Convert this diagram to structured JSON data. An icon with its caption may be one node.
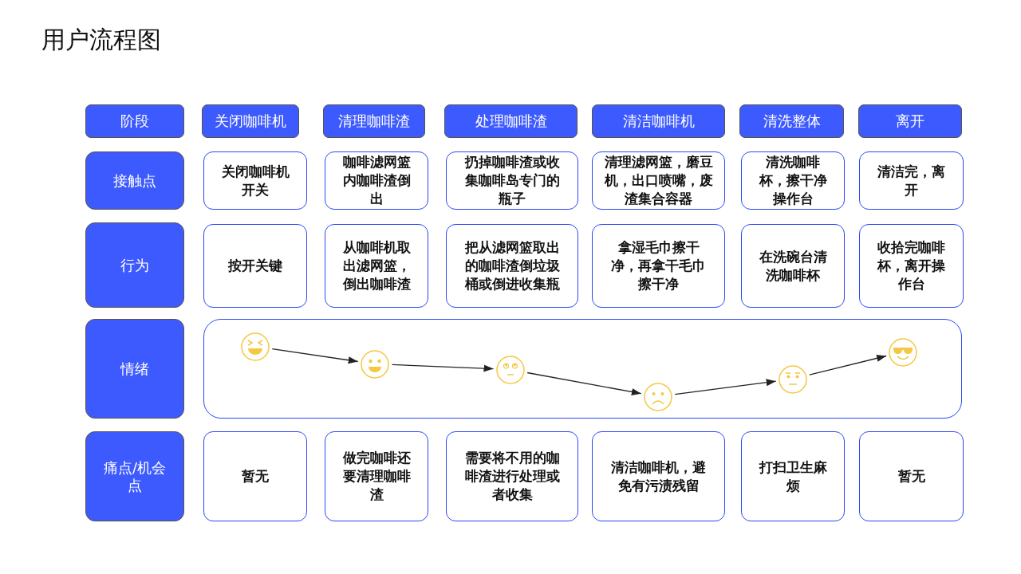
{
  "diagram": {
    "title": "用户流程图",
    "nodes": [
      {
        "text": [
          "阶段"
        ]
      },
      {
        "text": [
          "关闭咖啡机"
        ]
      },
      {
        "text": [
          "清理咖啡渣"
        ]
      },
      {
        "text": [
          "处理咖啡渣"
        ]
      },
      {
        "text": [
          "清洁咖啡机"
        ]
      },
      {
        "text": [
          "清洗整体"
        ]
      },
      {
        "text": [
          "离开"
        ]
      },
      {
        "text": [
          "接触点"
        ]
      },
      {
        "text": [
          "关闭咖啡机开关"
        ]
      },
      {
        "text": [
          "咖啡滤网篮内咖啡渣倒出"
        ]
      },
      {
        "text": [
          "扔掉咖啡渣或收集咖啡岛专门的瓶子"
        ]
      },
      {
        "text": [
          "清理滤网篮，磨豆机，出口喷嘴，废渣集合容器"
        ]
      },
      {
        "text": [
          "清洗咖啡杯，擦干净操作台"
        ]
      },
      {
        "text": [
          "清洁完，离开"
        ]
      },
      {
        "text": [
          "行为"
        ]
      },
      {
        "text": [
          "按开关键"
        ]
      },
      {
        "text": [
          "从咖啡机取出滤网篮，倒出咖啡渣"
        ]
      },
      {
        "text": [
          "把从滤网篮取出的咖啡渣倒垃圾桶或倒进收集瓶"
        ]
      },
      {
        "text": [
          "拿湿毛巾擦干净，再拿干毛巾擦干净"
        ]
      },
      {
        "text": [
          "在洗碗台清洗咖啡杯"
        ]
      },
      {
        "text": [
          "收拾完咖啡杯，离开操作台"
        ]
      },
      {
        "text": [
          "情绪"
        ]
      },
      {
        "text": [],
        "shape": "box"
      },
      {
        "text": [],
        "shape": "picture",
        "in": 22
      },
      {
        "text": [],
        "shape": "picture",
        "in": 22
      },
      {
        "text": [],
        "shape": "picture",
        "in": 22
      },
      {
        "text": [],
        "shape": "picture",
        "in": 22
      },
      {
        "text": [],
        "shape": "picture",
        "in": 22
      },
      {
        "text": [],
        "shape": "picture",
        "in": 22
      },
      {
        "text": [
          "痛点/机会点"
        ]
      },
      {
        "text": [
          "暂无"
        ]
      },
      {
        "text": [
          "做完咖啡还要清理咖啡渣"
        ]
      },
      {
        "text": [
          "需要将不用的咖啡渣进行处理或者收集"
        ]
      },
      {
        "text": [
          "清洁咖啡机，避免有污渍残留"
        ]
      },
      {
        "text": [
          "打扫卫生麻烦"
        ]
      },
      {
        "text": [
          "暂无"
        ]
      }
    ],
    "edges": [
      {
        "from": 23,
        "to": 24,
        "arrow": "to"
      },
      {
        "from": 24,
        "to": 25,
        "arrow": "to"
      },
      {
        "from": 25,
        "to": 26,
        "arrow": "to"
      },
      {
        "from": 26,
        "to": 27,
        "arrow": "to"
      },
      {
        "from": 27,
        "to": 28,
        "arrow": "to"
      }
    ]
  }
}
